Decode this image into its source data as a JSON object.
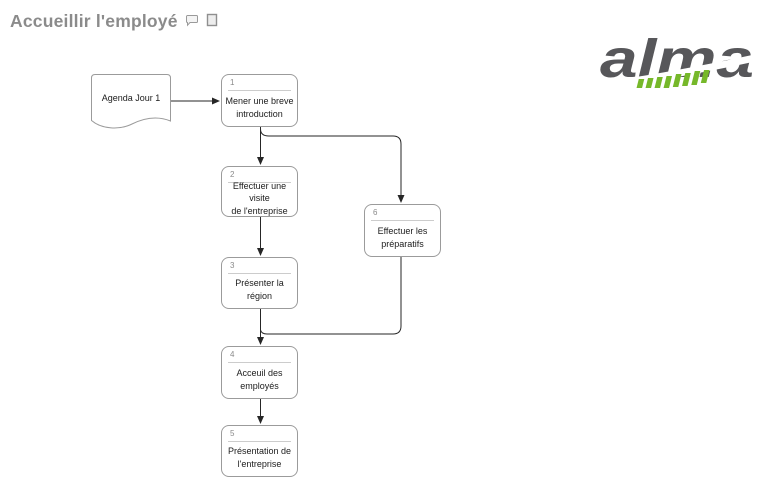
{
  "page": {
    "title": "Accueillir l'employé"
  },
  "header": {
    "icons": [
      {
        "name": "comment-icon"
      },
      {
        "name": "note-icon"
      }
    ]
  },
  "logo": {
    "text": "alma",
    "gray": "#57575a",
    "green": "#76b82a"
  },
  "diagram": {
    "document": {
      "label": "Agenda Jour 1"
    },
    "nodes": [
      {
        "id": "1",
        "label": "Mener une breve\nintroduction"
      },
      {
        "id": "2",
        "label": "Effectuer une visite\nde l'entreprise"
      },
      {
        "id": "3",
        "label": "Présenter la région"
      },
      {
        "id": "6",
        "label": "Effectuer les\npréparatifs"
      },
      {
        "id": "4",
        "label": "Acceuil des\nemployés"
      },
      {
        "id": "5",
        "label": "Présentation de\nl'entreprise"
      }
    ],
    "edges": [
      "document->1",
      "1->2",
      "1->6",
      "2->3",
      "3->4",
      "6->4",
      "4->5"
    ]
  }
}
